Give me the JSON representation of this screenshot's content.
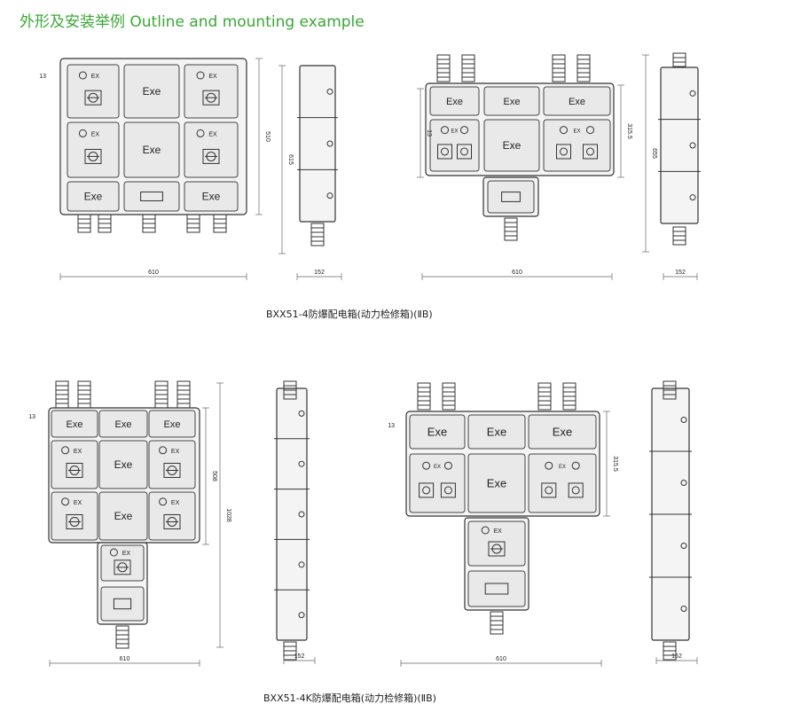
{
  "heading": "外形及安装举例 Outline and mounting example",
  "labels": {
    "exe": "Exe",
    "ex": "EX"
  },
  "dims": {
    "d13": "13",
    "d510": "510",
    "d615": "615",
    "d610": "610",
    "d152": "152",
    "d315": "315.5",
    "d655": "655",
    "d508": "508",
    "d1028": "1028"
  },
  "captions": {
    "top": "BXX51-4防爆配电箱(动力检修箱)(ⅡB)",
    "bottom": "BXX51-4K防爆配电箱(动力检修箱)(ⅡB)"
  }
}
